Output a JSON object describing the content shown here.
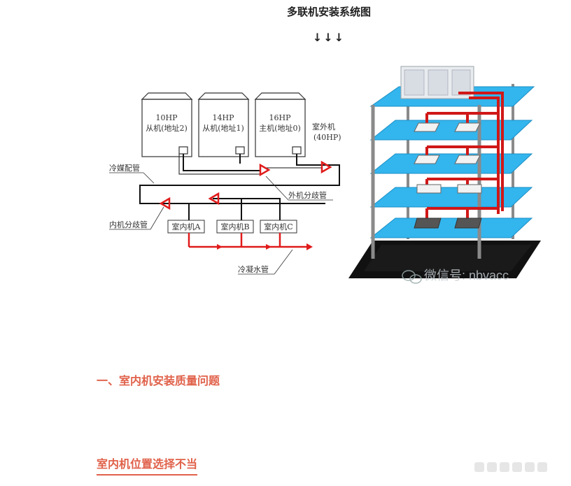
{
  "doc": {
    "title": "多联机安装系统图",
    "arrows": "↓↓↓",
    "section_heading": "一、室内机安装质量问题",
    "subheading": "室内机位置选择不当"
  },
  "diagram": {
    "units": [
      {
        "capacity": "10HP",
        "role": "从机(地址2)"
      },
      {
        "capacity": "14HP",
        "role": "从机(地址1)"
      },
      {
        "capacity": "16HP",
        "role": "主机(地址0)"
      }
    ],
    "outdoor_label_1": "室外机",
    "outdoor_label_2": "(40HP)",
    "refrigerant_pipe": "冷媒配管",
    "outdoor_branch": "外机分歧管",
    "indoor_branch": "内机分歧管",
    "indoor_units": [
      "室内机A",
      "室内机B",
      "室内机C"
    ],
    "condensate_pipe": "冷凝水管"
  },
  "watermark": "微信号: nbvacc",
  "colors": {
    "accent": "#e0614a",
    "pipe": "#e01b1b",
    "floor": "#33b5ee"
  }
}
